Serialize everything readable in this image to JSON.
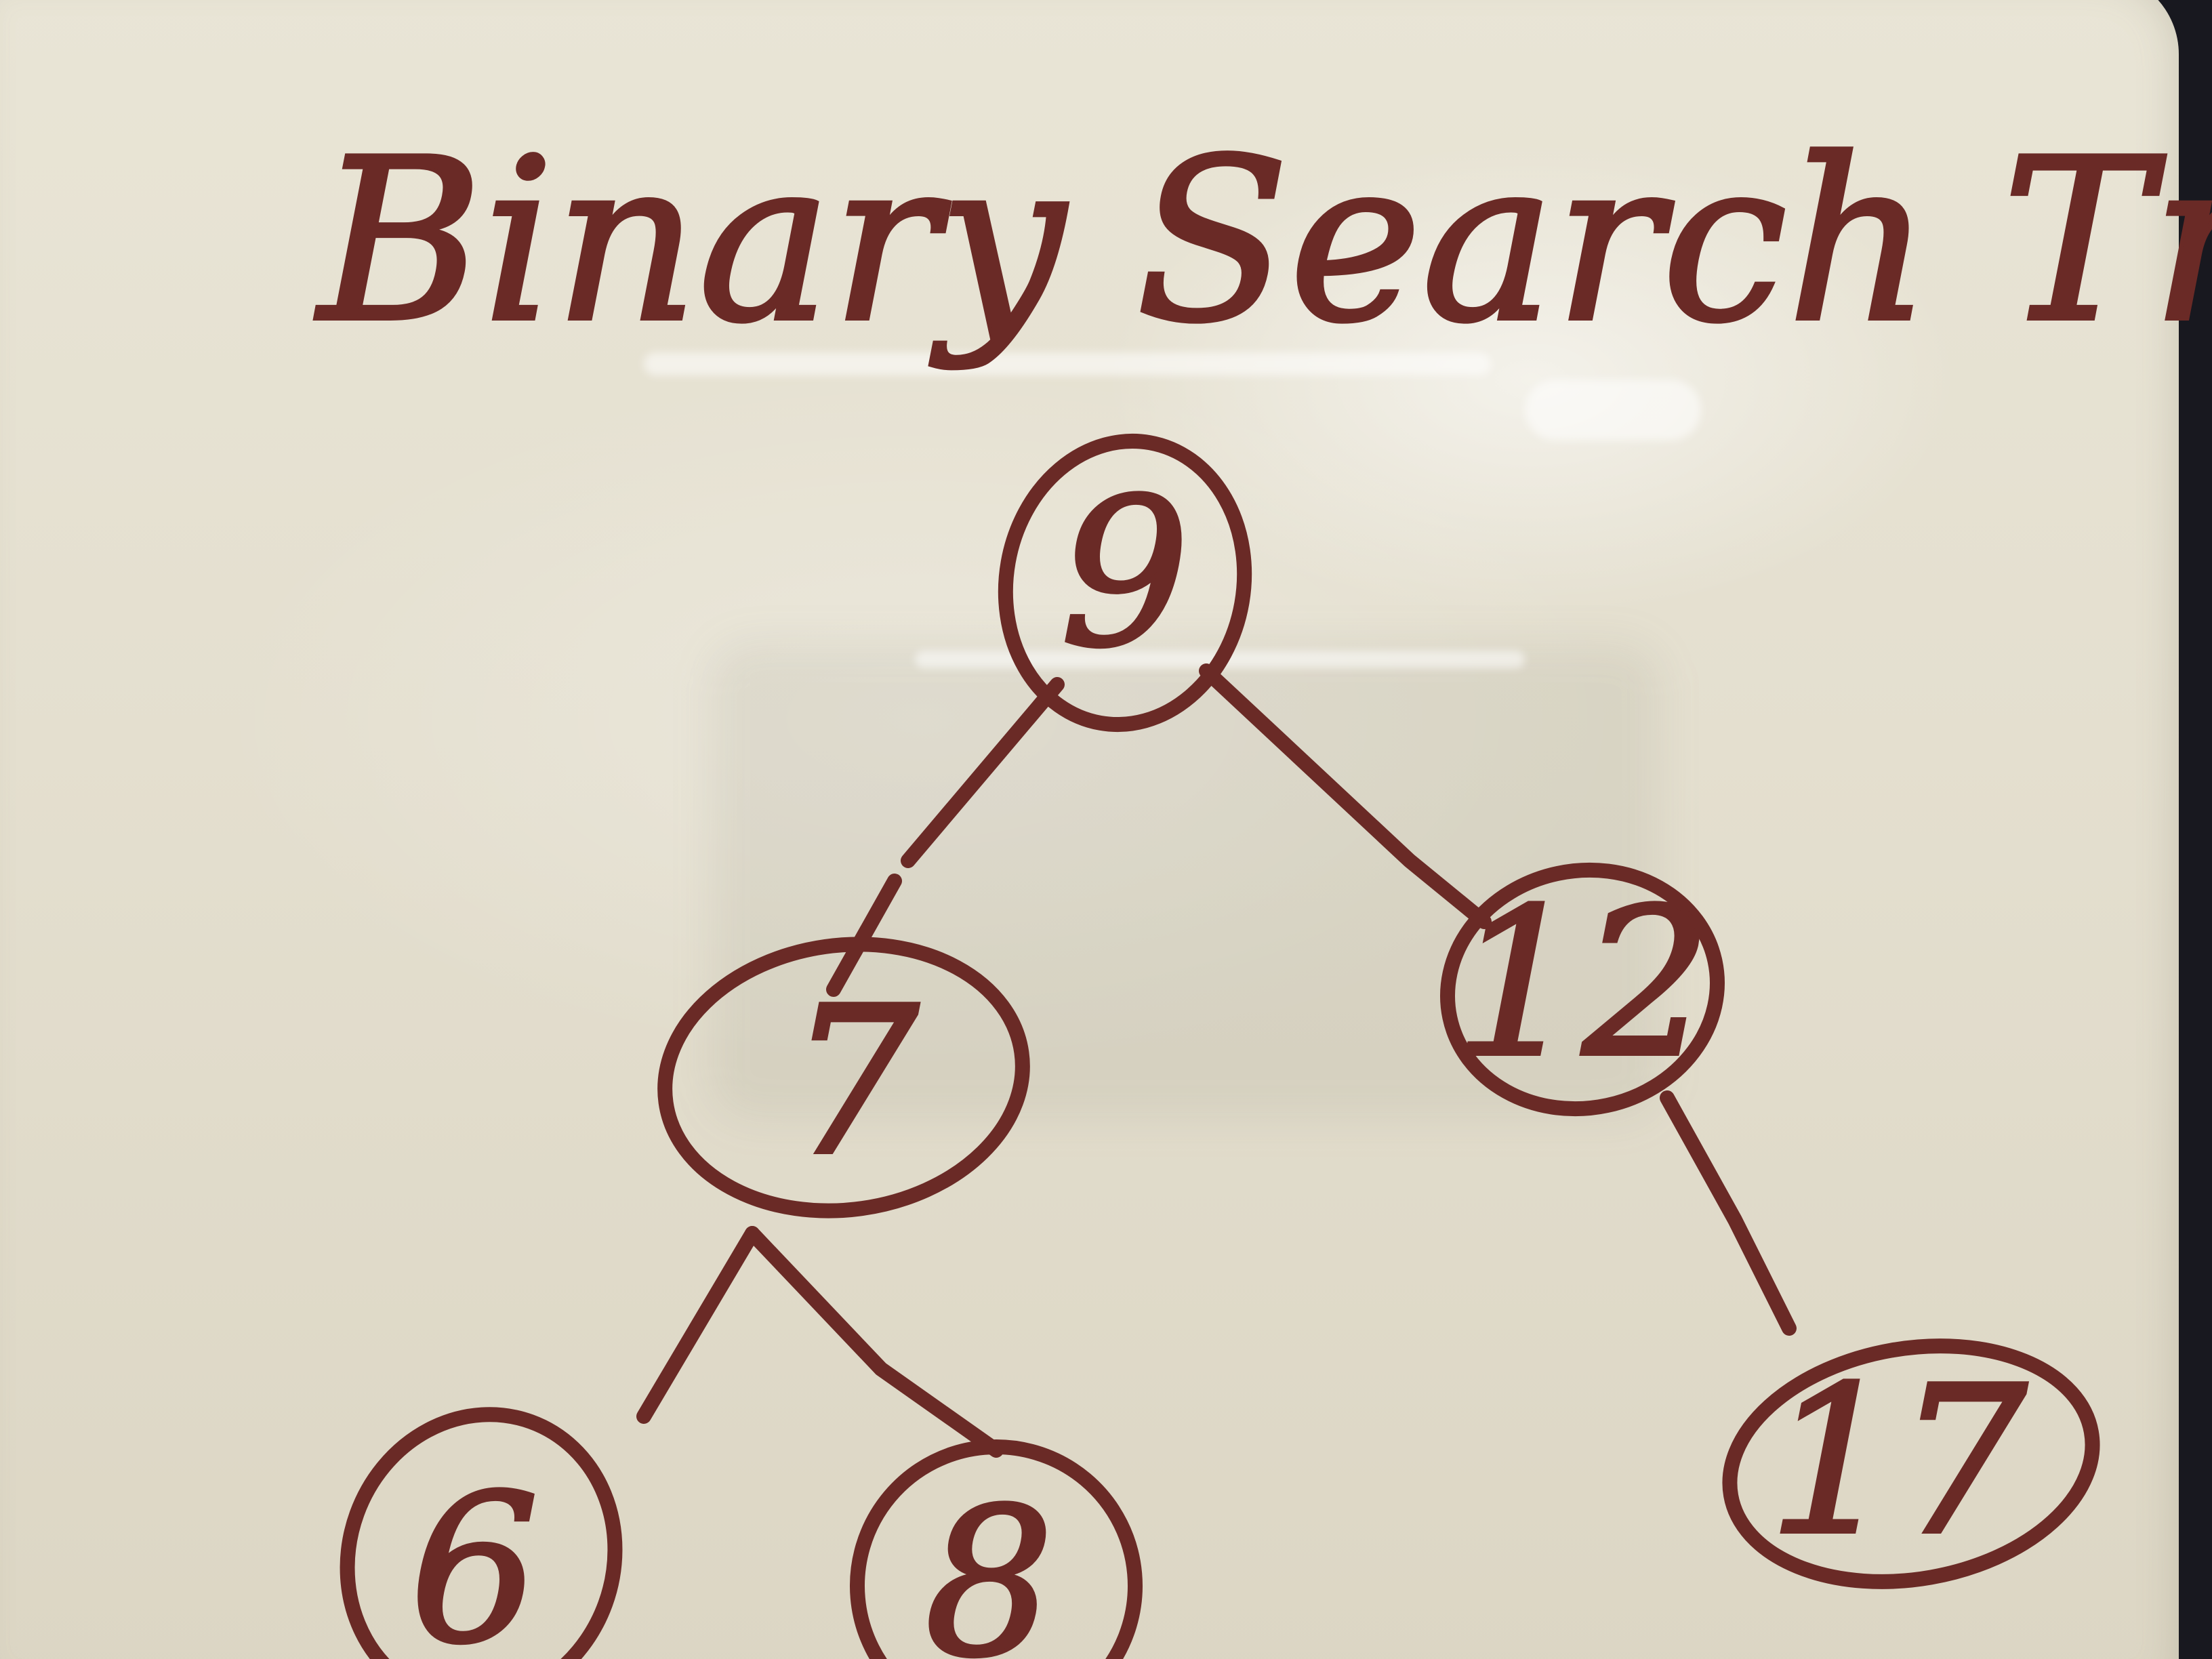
{
  "title": "Binary Search Tree",
  "nodes": [
    {
      "id": "n9",
      "label": "9"
    },
    {
      "id": "n7",
      "label": "7"
    },
    {
      "id": "n12",
      "label": "12"
    },
    {
      "id": "n6",
      "label": "6"
    },
    {
      "id": "n8",
      "label": "8"
    },
    {
      "id": "n17",
      "label": "17"
    }
  ],
  "edges": [
    {
      "from": "9",
      "to": "7"
    },
    {
      "from": "9",
      "to": "12"
    },
    {
      "from": "7",
      "to": "6"
    },
    {
      "from": "7",
      "to": "8"
    },
    {
      "from": "12",
      "to": "17"
    }
  ],
  "colors": {
    "ink": "#6a2a26",
    "board": "#e6e1d2",
    "background": "#18181f"
  }
}
